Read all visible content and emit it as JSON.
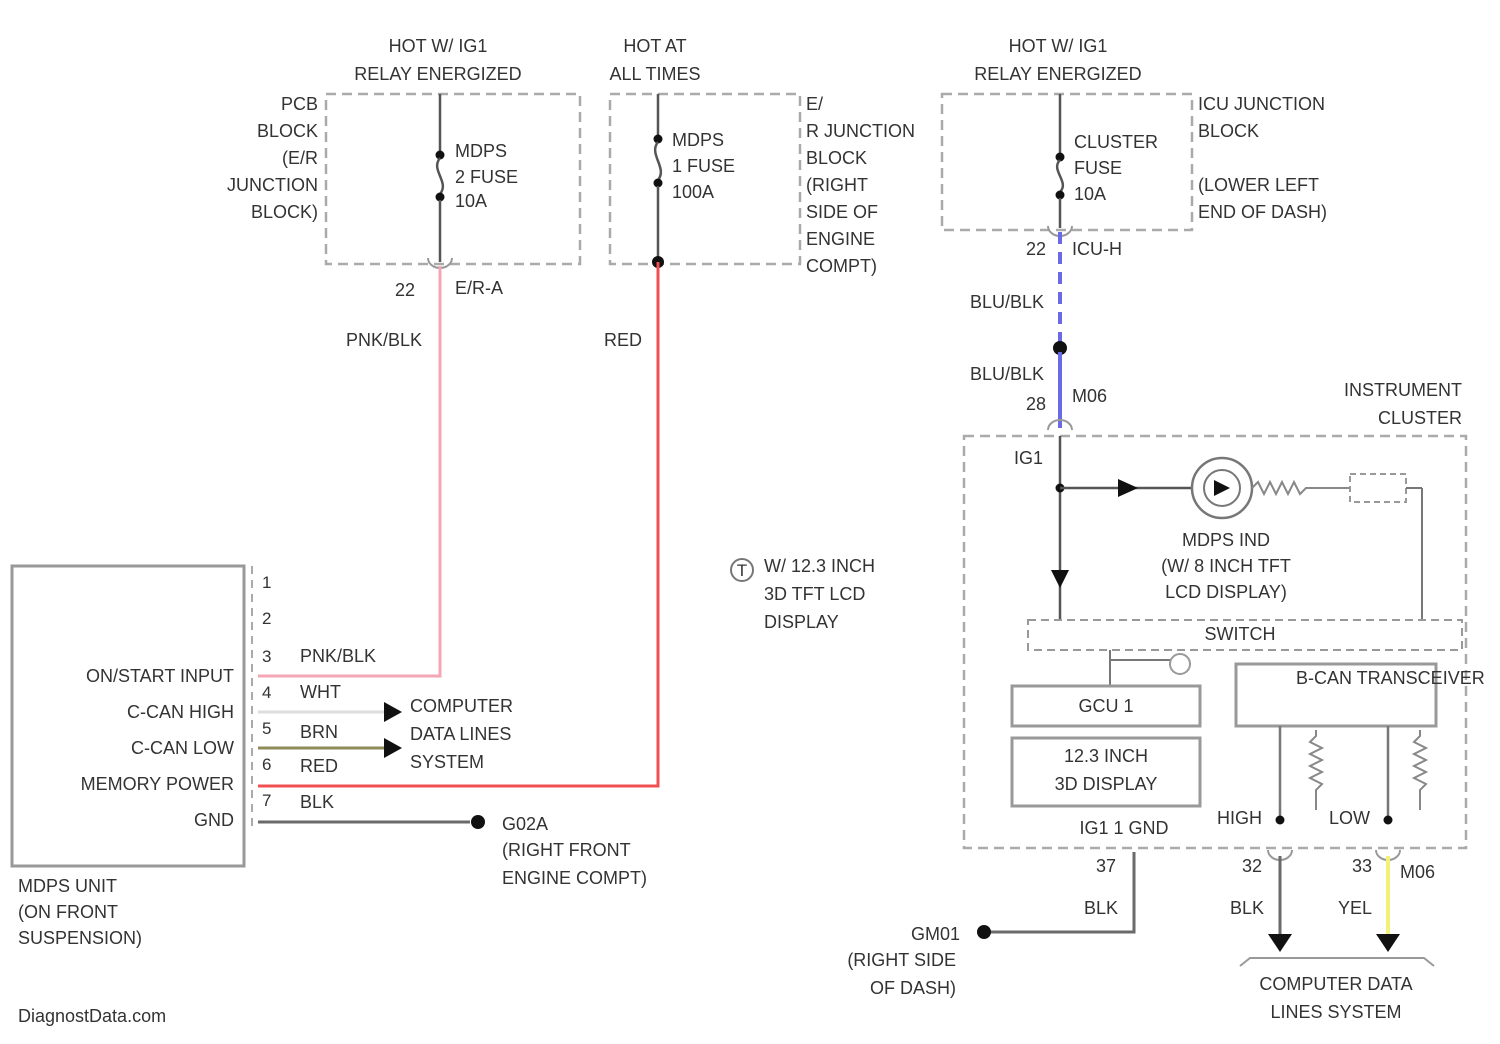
{
  "colors": {
    "pnk_blk": "#f4a6b4",
    "red": "#f05050",
    "blu_blk": "#6a6ae6",
    "yel": "#f2f27a",
    "brn": "#8f8a5a",
    "wht": "#dddddd",
    "blk": "#6a6a6a"
  },
  "fuses": {
    "f1": {
      "hot": "HOT W/ IG1",
      "relay": "RELAY ENERGIZED",
      "block": [
        "PCB",
        "BLOCK",
        "(E/R",
        "JUNCTION",
        "BLOCK)"
      ],
      "name": [
        "MDPS",
        "2 FUSE",
        "10A"
      ],
      "term": "22",
      "conn": "E/R-A"
    },
    "f2": {
      "hot": "HOT AT",
      "relay": "ALL TIMES",
      "name": [
        "MDPS",
        "1 FUSE",
        "100A"
      ],
      "term": "E/",
      "block": [
        "R JUNCTION",
        "BLOCK",
        "(RIGHT",
        "SIDE OF",
        "ENGINE",
        "COMPT)"
      ]
    },
    "f3": {
      "hot": "HOT W/ IG1",
      "relay": "RELAY ENERGIZED",
      "name": [
        "CLUSTER",
        "FUSE",
        "10A"
      ],
      "block": [
        "ICU JUNCTION",
        "BLOCK",
        "(LOWER LEFT",
        "END OF DASH)"
      ],
      "term": "22",
      "conn": "ICU-H"
    }
  },
  "wires": {
    "pnk_blk": "PNK/BLK",
    "red": "RED",
    "blu_blk_1": "BLU/BLK",
    "blu_blk_2": "BLU/BLK",
    "pin28": "28",
    "m06": "M06"
  },
  "mdps_unit": {
    "pins": [
      "1",
      "2",
      "3",
      "4",
      "5",
      "6",
      "7"
    ],
    "labels": [
      "ON/START INPUT",
      "C-CAN HIGH",
      "C-CAN LOW",
      "MEMORY POWER",
      "GND"
    ],
    "wire_colors": [
      "PNK/BLK",
      "WHT",
      "BRN",
      "RED",
      "BLK"
    ],
    "name": [
      "MDPS UNIT",
      "(ON FRONT",
      "SUSPENSION)"
    ]
  },
  "computer_data": [
    "COMPUTER",
    "DATA LINES",
    "SYSTEM"
  ],
  "ground1": {
    "name": "G02A",
    "loc": [
      "(RIGHT FRONT",
      "ENGINE COMPT)"
    ]
  },
  "note": {
    "symbol": "T",
    "text": [
      "W/ 12.3 INCH",
      "3D TFT LCD",
      "DISPLAY"
    ]
  },
  "cluster": {
    "title": [
      "INSTRUMENT",
      "CLUSTER"
    ],
    "ig1": "IG1",
    "indicator": [
      "MDPS IND",
      "(W/ 8 INCH TFT",
      "LCD DISPLAY)"
    ],
    "switch": "SWITCH",
    "gcu": "GCU 1",
    "display": [
      "12.3 INCH",
      "3D DISPLAY"
    ],
    "bcan": "B-CAN TRANSCEIVER",
    "high": "HIGH",
    "low": "LOW",
    "gnd_label": "IG1 1 GND"
  },
  "bottom": {
    "pin37": "37",
    "blk1": "BLK",
    "ground2": "GM01",
    "ground2_loc": [
      "(RIGHT SIDE",
      "OF DASH)"
    ],
    "pin32": "32",
    "pin33": "33",
    "m06": "M06",
    "blk2": "BLK",
    "yel": "YEL",
    "cdls": [
      "COMPUTER DATA",
      "LINES SYSTEM"
    ]
  },
  "watermark": "DiagnostData.com"
}
